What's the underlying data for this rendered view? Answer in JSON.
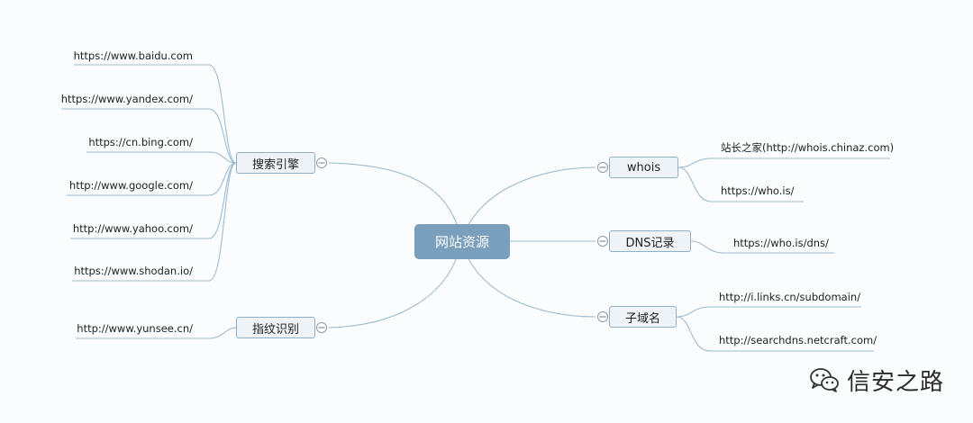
{
  "mindmap": {
    "root": {
      "label": "网站资源"
    },
    "branches": {
      "search": {
        "label": "搜索引擎",
        "leaves": [
          "https://www.baidu.com",
          "https://www.yandex.com/",
          "https://cn.bing.com/",
          "http://www.google.com/",
          "http://www.yahoo.com/",
          "https://www.shodan.io/"
        ]
      },
      "fingerprint": {
        "label": "指纹识别",
        "leaves": [
          "http://www.yunsee.cn/"
        ]
      },
      "whois": {
        "label": "whois",
        "leaves": [
          "站长之家(http://whois.chinaz.com)",
          "https://who.is/"
        ]
      },
      "dns": {
        "label": "DNS记录",
        "leaves": [
          "https://who.is/dns/"
        ]
      },
      "subdomain": {
        "label": "子域名",
        "leaves": [
          "http://i.links.cn/subdomain/",
          "http://searchdns.netcraft.com/"
        ]
      }
    }
  },
  "watermark": {
    "text": "信安之路",
    "icon": "wechat-icon"
  }
}
